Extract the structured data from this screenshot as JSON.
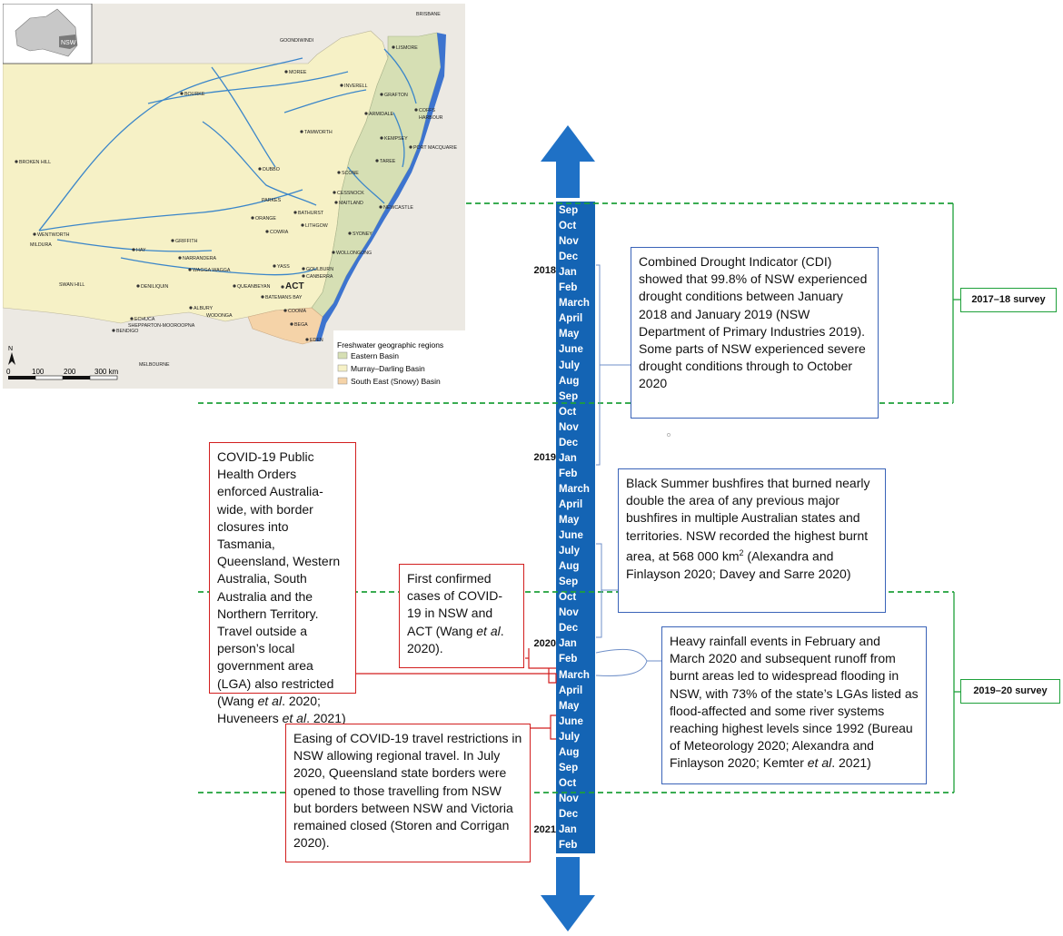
{
  "map": {
    "inset_label": "NSW",
    "north_arrow": "N",
    "scale": {
      "ticks": [
        "0",
        "100",
        "200",
        "300 km"
      ]
    },
    "legend": {
      "title": "Freshwater geographic regions",
      "items": [
        {
          "label": "Eastern Basin",
          "color": "#d6dfb4"
        },
        {
          "label": "Murray–Darling Basin",
          "color": "#f6f1c6"
        },
        {
          "label": "South East (Snowy) Basin",
          "color": "#f5d3a8"
        }
      ]
    },
    "colors": {
      "land": "#ece9e3",
      "mdb": "#f6f1c6",
      "eastern": "#d6dfb4",
      "snowy": "#f5d3a8",
      "river": "#3b86c9",
      "coast": "#3d74cf"
    },
    "places": [
      {
        "name": "BRISBANE"
      },
      {
        "name": "GOONDIWINDI"
      },
      {
        "name": "LISMORE"
      },
      {
        "name": "MOREE"
      },
      {
        "name": "INVERELL"
      },
      {
        "name": "GRAFTON"
      },
      {
        "name": "ARMIDALE"
      },
      {
        "name": "COFFS"
      },
      {
        "name": "HARBOUR"
      },
      {
        "name": "BOURKE"
      },
      {
        "name": "TAMWORTH"
      },
      {
        "name": "KEMPSEY"
      },
      {
        "name": "PORT MACQUARIE"
      },
      {
        "name": "BROKEN HILL"
      },
      {
        "name": "TAREE"
      },
      {
        "name": "SCONE"
      },
      {
        "name": "DUBBO"
      },
      {
        "name": "CESSNOCK"
      },
      {
        "name": "MAITLAND"
      },
      {
        "name": "PARKES"
      },
      {
        "name": "NEWCASTLE"
      },
      {
        "name": "ORANGE"
      },
      {
        "name": "BATHURST"
      },
      {
        "name": "LITHGOW"
      },
      {
        "name": "WENTWORTH"
      },
      {
        "name": "COWRA"
      },
      {
        "name": "SYDNEY"
      },
      {
        "name": "MILDURA"
      },
      {
        "name": "GRIFFITH"
      },
      {
        "name": "WOLLONGONG"
      },
      {
        "name": "HAY"
      },
      {
        "name": "NARRANDERA"
      },
      {
        "name": "WAGGA WAGGA"
      },
      {
        "name": "YASS"
      },
      {
        "name": "GOULBURN"
      },
      {
        "name": "CANBERRA"
      },
      {
        "name": "SWAN HILL"
      },
      {
        "name": "DENILIQUIN"
      },
      {
        "name": "QUEANBEYAN"
      },
      {
        "name": "ACT"
      },
      {
        "name": "BATEMANS BAY"
      },
      {
        "name": "ALBURY"
      },
      {
        "name": "COOMA"
      },
      {
        "name": "WODONGA"
      },
      {
        "name": "ECHUCA"
      },
      {
        "name": "SHEPPARTON-MOOROOPNA"
      },
      {
        "name": "BENDIGO"
      },
      {
        "name": "BEGA"
      },
      {
        "name": "EDEN"
      },
      {
        "name": "MELBOURNE"
      }
    ]
  },
  "timeline": {
    "colors": {
      "bar": "#1464b4",
      "arrow": "#1f71c6"
    },
    "months": [
      "Sep",
      "Oct",
      "Nov",
      "Dec",
      "Jan",
      "Feb",
      "March",
      "April",
      "May",
      "June",
      "July",
      "Aug",
      "Sep",
      "Oct",
      "Nov",
      "Dec",
      "Jan",
      "Feb",
      "March",
      "April",
      "May",
      "June",
      "July",
      "Aug",
      "Sep",
      "Oct",
      "Nov",
      "Dec",
      "Jan",
      "Feb",
      "March",
      "April",
      "May",
      "June",
      "July",
      "Aug",
      "Sep",
      "Oct",
      "Nov",
      "Dec",
      "Jan",
      "Feb"
    ],
    "years": [
      "2018",
      "2019",
      "2020",
      "2021"
    ]
  },
  "surveys": {
    "s1": "2017–18 survey",
    "s2": "2019–20 survey",
    "color": "#1ea03a"
  },
  "boxes": {
    "cdi": "Combined Drought Indicator (CDI) showed that 99.8% of NSW experienced drought conditions between January 2018 and January 2019 (NSW Department of Primary Industries 2019). Some parts of NSW experienced severe drought conditions through to October 2020",
    "bushfire": {
      "text": "Black Summer bushfires that burned nearly double the area of any previous major bushfires in multiple Australian states and territories. NSW recorded the highest burnt area, at 568 000 km",
      "sup": "2",
      "cite": " (Alexandra and Finlayson 2020; Davey and Sarre 2020)"
    },
    "rain": {
      "text": "Heavy rainfall events in February and March 2020 and subsequent runoff from burnt areas led to widespread flooding in NSW, with 73% of the state’s LGAs listed as flood-affected and some river systems reaching highest levels since 1992 (Bureau of Meteorology 2020; Alexandra and Finlayson 2020; Kemter ",
      "etal": "et al",
      "end": ". 2021)"
    },
    "covid_orders": {
      "text": "COVID-19 Public Health Orders enforced Australia-wide, with border closures into Tasmania, Queensland, Western Australia, South Australia and the Northern Territory. Travel outside a person’s local government area (LGA) also restricted (Wang ",
      "etal1": "et al",
      "mid": ". 2020; Huveneers ",
      "etal2": "et al",
      "end": ". 2021)"
    },
    "covid_cases": {
      "text": "First confirmed cases of COVID-19 in NSW and ACT (Wang ",
      "etal": "et al",
      "end": ". 2020)."
    },
    "easing": "Easing of COVID-19 travel restrictions in NSW allowing regional travel. In July 2020, Queensland state borders were opened to those travelling from NSW but borders between NSW and Victoria remained closed (Storen and Corrigan 2020)."
  }
}
